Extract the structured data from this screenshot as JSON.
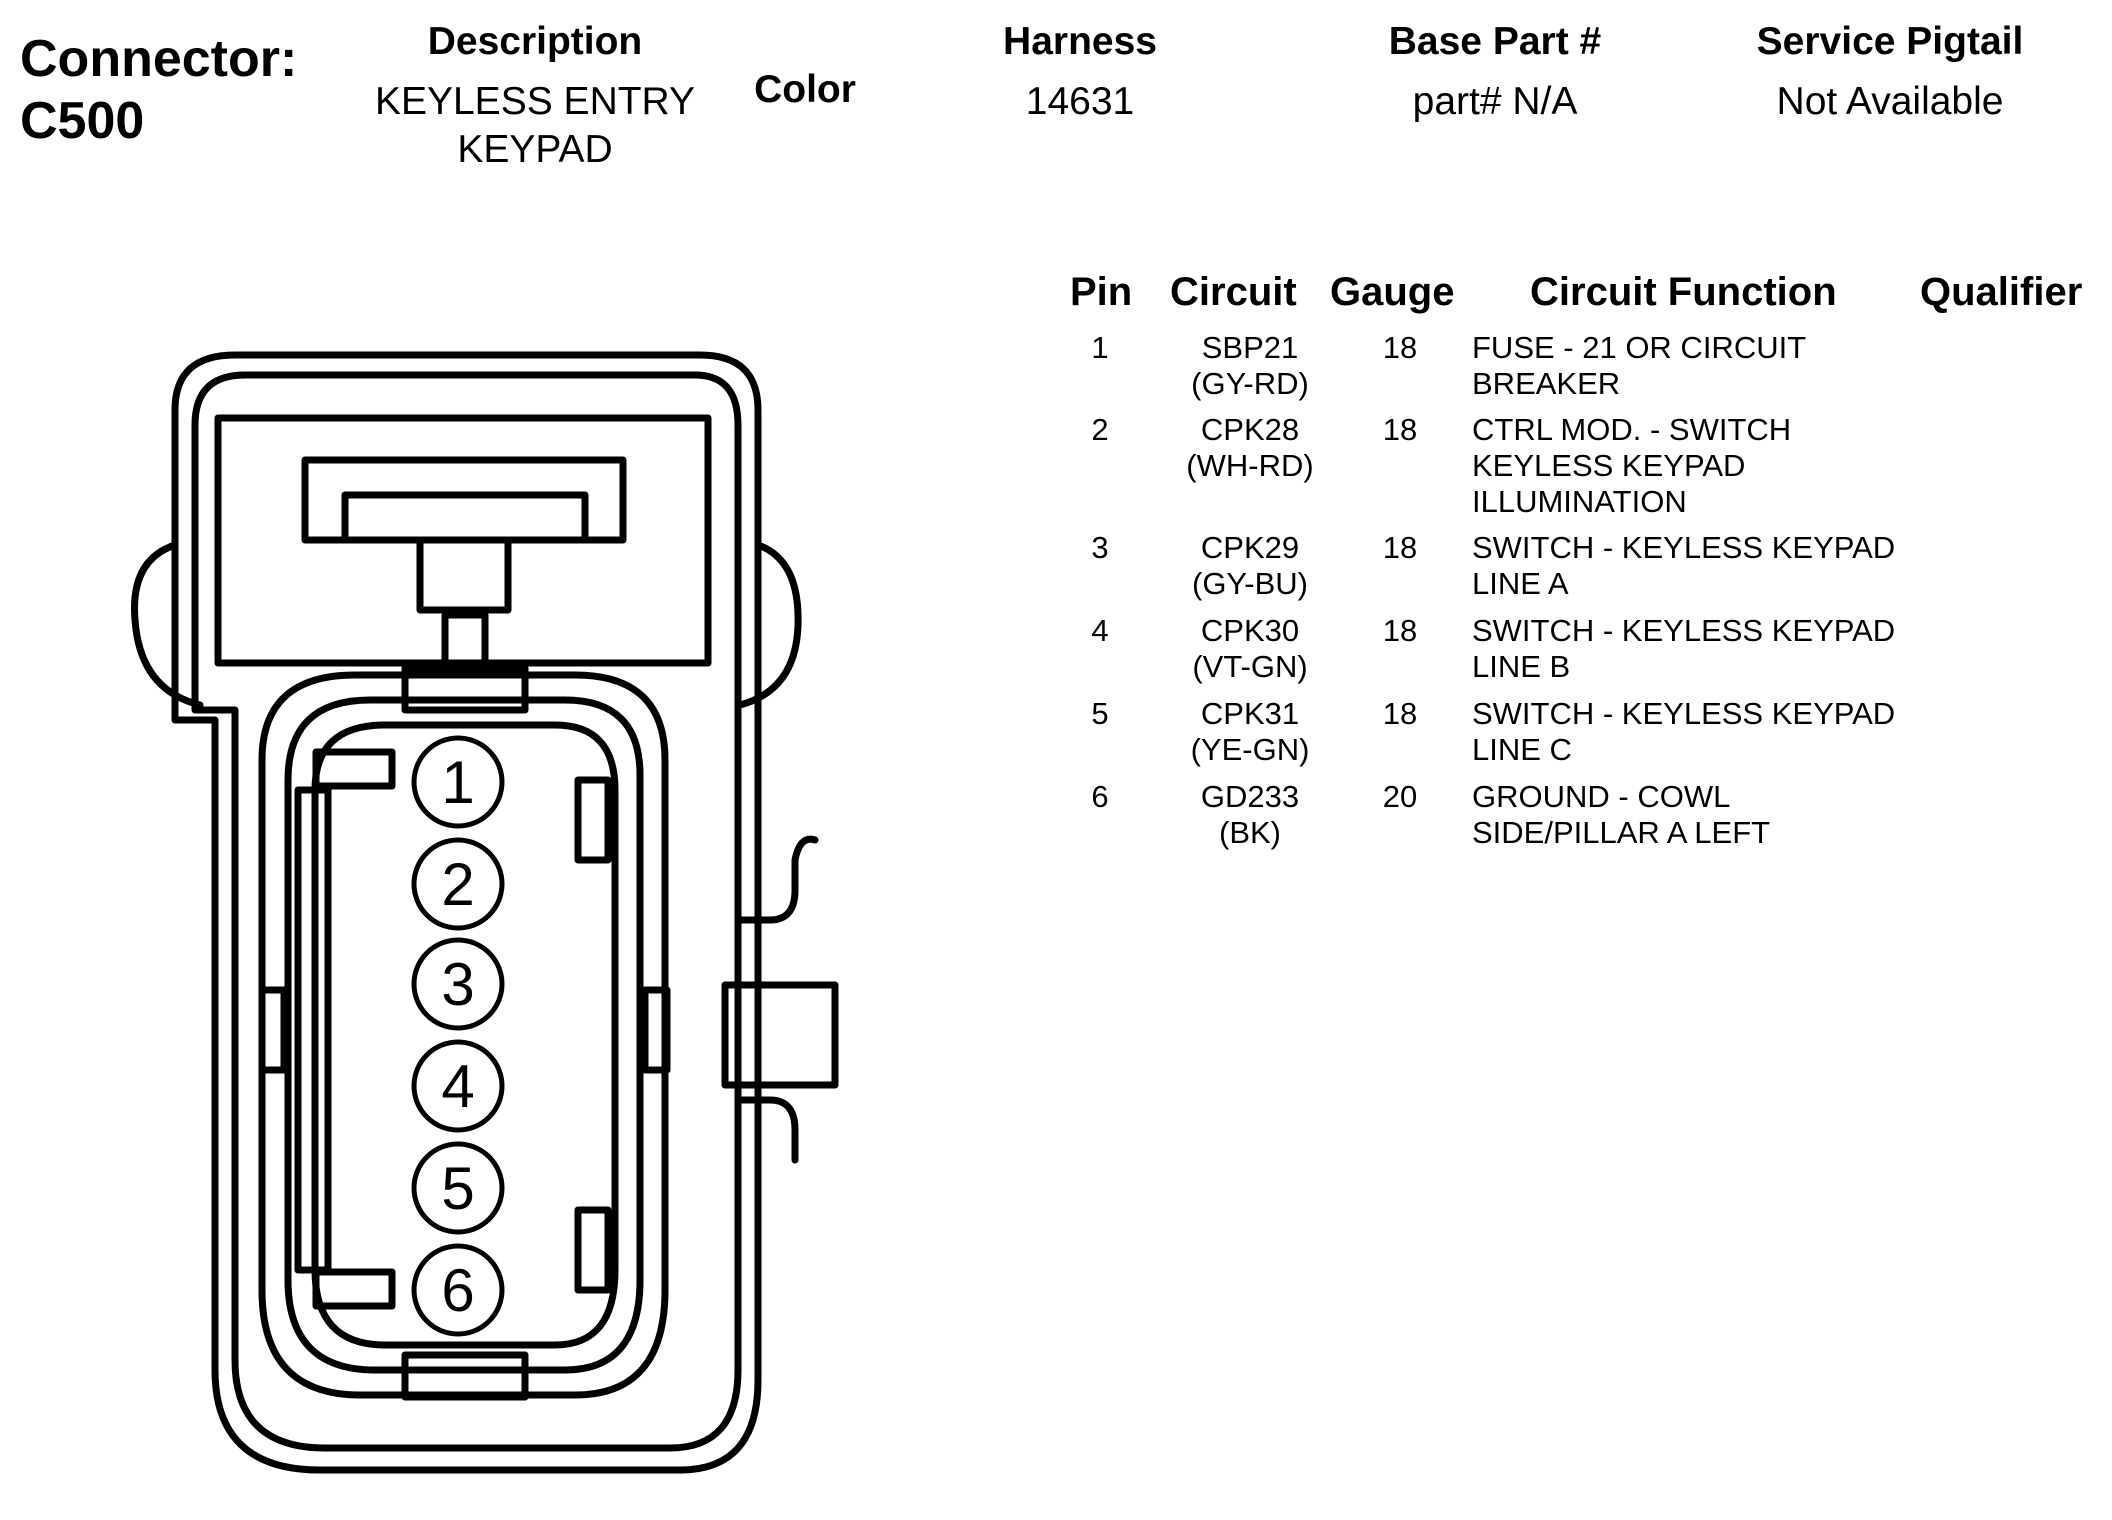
{
  "header": {
    "connector_label": "Connector:",
    "connector_id": "C500",
    "description_head": "Description",
    "description_lines": [
      "KEYLESS ENTRY",
      "KEYPAD"
    ],
    "color_head": "Color",
    "harness_head": "Harness",
    "harness_value": "14631",
    "base_part_head": "Base Part #",
    "base_part_value": "part# N/A",
    "pigtail_head": "Service Pigtail",
    "pigtail_value": "Not Available"
  },
  "table": {
    "columns": [
      "Pin",
      "Circuit",
      "Gauge",
      "Circuit Function",
      "Qualifier"
    ],
    "rows": [
      {
        "pin": "1",
        "circuit": [
          "SBP21",
          "(GY-RD)"
        ],
        "gauge": "18",
        "function": [
          "FUSE - 21 OR CIRCUIT",
          "BREAKER"
        ],
        "qualifier": ""
      },
      {
        "pin": "2",
        "circuit": [
          "CPK28",
          "(WH-RD)"
        ],
        "gauge": "18",
        "function": [
          "CTRL MOD. - SWITCH",
          "KEYLESS KEYPAD",
          "ILLUMINATION"
        ],
        "qualifier": ""
      },
      {
        "pin": "3",
        "circuit": [
          "CPK29",
          "(GY-BU)"
        ],
        "gauge": "18",
        "function": [
          "SWITCH - KEYLESS KEYPAD",
          "LINE A"
        ],
        "qualifier": ""
      },
      {
        "pin": "4",
        "circuit": [
          "CPK30",
          "(VT-GN)"
        ],
        "gauge": "18",
        "function": [
          "SWITCH - KEYLESS KEYPAD",
          "LINE B"
        ],
        "qualifier": ""
      },
      {
        "pin": "5",
        "circuit": [
          "CPK31",
          "(YE-GN)"
        ],
        "gauge": "18",
        "function": [
          "SWITCH - KEYLESS KEYPAD",
          "LINE C"
        ],
        "qualifier": ""
      },
      {
        "pin": "6",
        "circuit": [
          "GD233",
          "(BK)"
        ],
        "gauge": "20",
        "function": [
          "GROUND - COWL",
          "SIDE/PILLAR A LEFT"
        ],
        "qualifier": ""
      }
    ]
  },
  "diagram": {
    "pin_numbers": [
      "1",
      "2",
      "3",
      "4",
      "5",
      "6"
    ]
  }
}
